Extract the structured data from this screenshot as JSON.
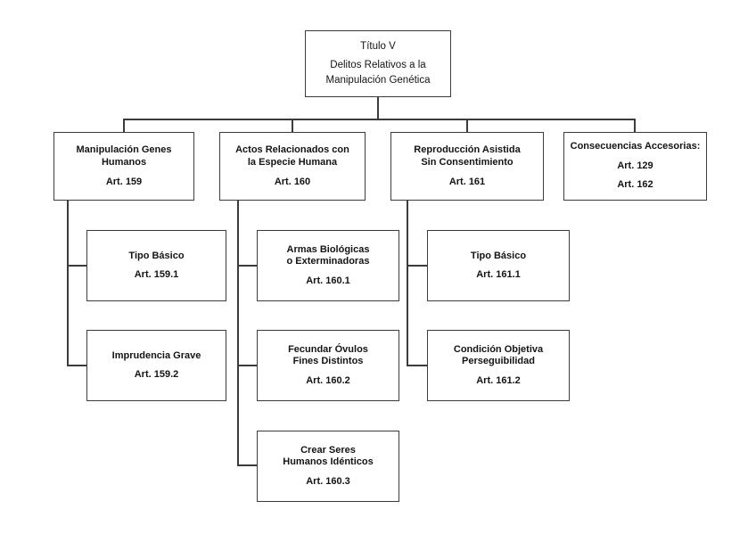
{
  "diagram": {
    "background_color": "#ffffff",
    "line_color": "#3b3b3b",
    "text_color": "#141414",
    "nodes": {
      "root": {
        "lines": [
          "Título V",
          "Delitos Relativos a la",
          "Manipulación Genética"
        ]
      },
      "art159": {
        "title_lines": [
          "Manipulación Genes",
          "Humanos"
        ],
        "article": "Art. 159"
      },
      "art160": {
        "title_lines": [
          "Actos Relacionados con",
          "la Especie Humana"
        ],
        "article": "Art. 160"
      },
      "art161": {
        "title_lines": [
          "Reproducción Asistida",
          "Sin Consentimiento"
        ],
        "article": "Art. 161"
      },
      "accesorias": {
        "title_lines": [
          "Consecuencias Accesorias:"
        ],
        "articles": [
          "Art. 129",
          "Art. 162"
        ]
      },
      "art159_1": {
        "title_lines": [
          "Tipo Básico"
        ],
        "article": "Art. 159.1"
      },
      "art159_2": {
        "title_lines": [
          "Imprudencia Grave"
        ],
        "article": "Art. 159.2"
      },
      "art160_1": {
        "title_lines": [
          "Armas Biológicas",
          "o Exterminadoras"
        ],
        "article": "Art. 160.1"
      },
      "art160_2": {
        "title_lines": [
          "Fecundar Óvulos",
          "Fines Distintos"
        ],
        "article": "Art. 160.2"
      },
      "art160_3": {
        "title_lines": [
          "Crear Seres",
          "Humanos Idénticos"
        ],
        "article": "Art. 160.3"
      },
      "art161_1": {
        "title_lines": [
          "Tipo Básico"
        ],
        "article": "Art. 161.1"
      },
      "art161_2": {
        "title_lines": [
          "Condición Objetiva",
          "Perseguibilidad"
        ],
        "article": "Art. 161.2"
      }
    }
  }
}
